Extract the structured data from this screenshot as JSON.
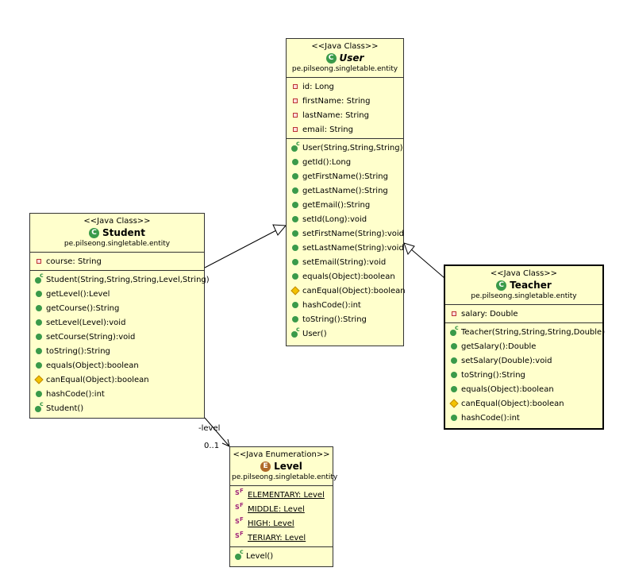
{
  "classes": {
    "user": {
      "stereotype": "<<Java Class>>",
      "name": "User",
      "icon": "abstract-class-icon",
      "package": "pe.pilseong.singletable.entity",
      "attributes": [
        {
          "text": "id: Long",
          "vis": "private"
        },
        {
          "text": "firstName: String",
          "vis": "private"
        },
        {
          "text": "lastName: String",
          "vis": "private"
        },
        {
          "text": "email: String",
          "vis": "private"
        }
      ],
      "operations": [
        {
          "text": "User(String,String,String)",
          "vis": "ctor"
        },
        {
          "text": "getId():Long",
          "vis": "public"
        },
        {
          "text": "getFirstName():String",
          "vis": "public"
        },
        {
          "text": "getLastName():String",
          "vis": "public"
        },
        {
          "text": "getEmail():String",
          "vis": "public"
        },
        {
          "text": "setId(Long):void",
          "vis": "public"
        },
        {
          "text": "setFirstName(String):void",
          "vis": "public"
        },
        {
          "text": "setLastName(String):void",
          "vis": "public"
        },
        {
          "text": "setEmail(String):void",
          "vis": "public"
        },
        {
          "text": "equals(Object):boolean",
          "vis": "public"
        },
        {
          "text": "canEqual(Object):boolean",
          "vis": "protected"
        },
        {
          "text": "hashCode():int",
          "vis": "public"
        },
        {
          "text": "toString():String",
          "vis": "public"
        },
        {
          "text": "User()",
          "vis": "ctor"
        }
      ]
    },
    "student": {
      "stereotype": "<<Java Class>>",
      "name": "Student",
      "icon": "class-icon",
      "package": "pe.pilseong.singletable.entity",
      "attributes": [
        {
          "text": "course: String",
          "vis": "private"
        }
      ],
      "operations": [
        {
          "text": "Student(String,String,String,Level,String)",
          "vis": "ctor"
        },
        {
          "text": "getLevel():Level",
          "vis": "public"
        },
        {
          "text": "getCourse():String",
          "vis": "public"
        },
        {
          "text": "setLevel(Level):void",
          "vis": "public"
        },
        {
          "text": "setCourse(String):void",
          "vis": "public"
        },
        {
          "text": "toString():String",
          "vis": "public"
        },
        {
          "text": "equals(Object):boolean",
          "vis": "public"
        },
        {
          "text": "canEqual(Object):boolean",
          "vis": "protected"
        },
        {
          "text": "hashCode():int",
          "vis": "public"
        },
        {
          "text": "Student()",
          "vis": "ctor"
        }
      ]
    },
    "teacher": {
      "stereotype": "<<Java Class>>",
      "name": "Teacher",
      "icon": "class-icon",
      "package": "pe.pilseong.singletable.entity",
      "attributes": [
        {
          "text": "salary: Double",
          "vis": "private"
        }
      ],
      "operations": [
        {
          "text": "Teacher(String,String,String,Double)",
          "vis": "ctor"
        },
        {
          "text": "getSalary():Double",
          "vis": "public"
        },
        {
          "text": "setSalary(Double):void",
          "vis": "public"
        },
        {
          "text": "toString():String",
          "vis": "public"
        },
        {
          "text": "equals(Object):boolean",
          "vis": "public"
        },
        {
          "text": "canEqual(Object):boolean",
          "vis": "protected"
        },
        {
          "text": "hashCode():int",
          "vis": "public"
        }
      ]
    },
    "level": {
      "stereotype": "<<Java Enumeration>>",
      "name": "Level",
      "icon": "enum-icon",
      "package": "pe.pilseong.singletable.entity",
      "attributes": [
        {
          "text": "ELEMENTARY: Level",
          "vis": "static-final"
        },
        {
          "text": "MIDDLE: Level",
          "vis": "static-final"
        },
        {
          "text": "HIGH: Level",
          "vis": "static-final"
        },
        {
          "text": "TERIARY: Level",
          "vis": "static-final"
        }
      ],
      "operations": [
        {
          "text": "Level()",
          "vis": "ctor"
        }
      ]
    }
  },
  "association": {
    "role": "-level",
    "multiplicity": "0..1"
  },
  "colors": {
    "box_fill": "#ffffcc",
    "public": "#3a9a4a",
    "private": "#b33333",
    "protected": "#f2c200",
    "static_final": "#a0277a"
  }
}
